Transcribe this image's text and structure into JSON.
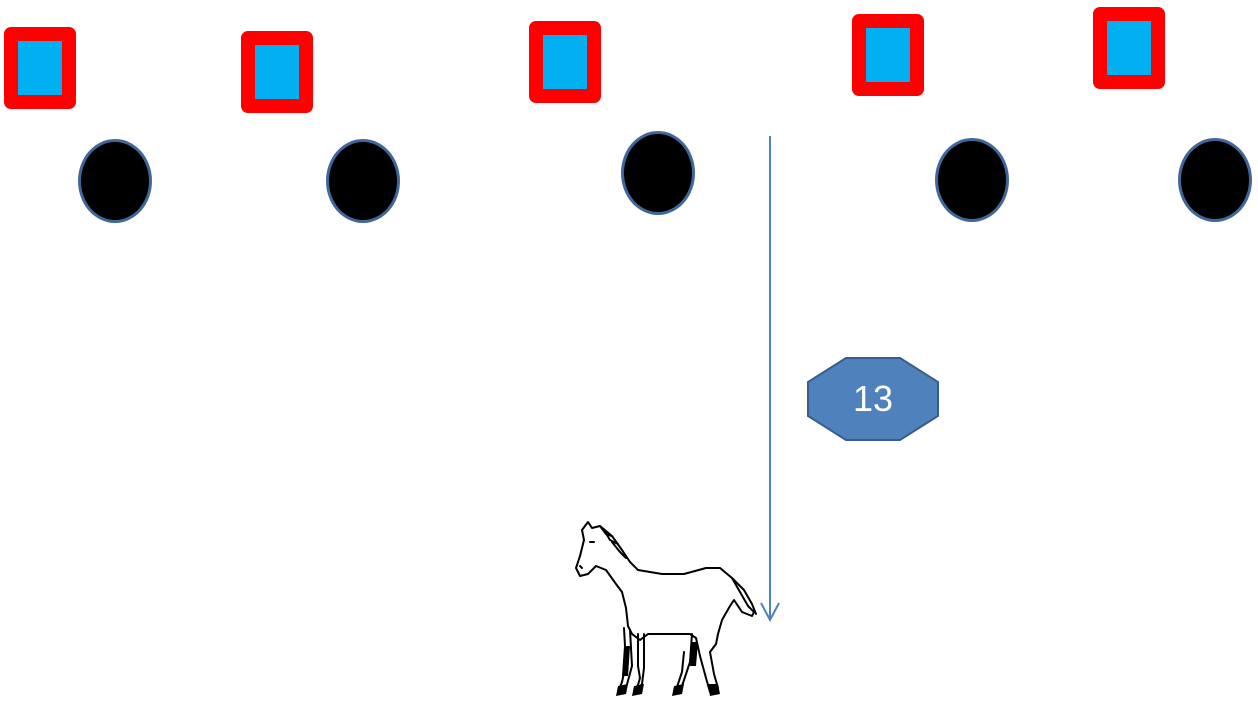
{
  "figure": {
    "squares": {
      "count": 5,
      "fill": "#00b0f0",
      "border": "#ff0000"
    },
    "circles": {
      "count": 5,
      "fill": "#000000",
      "border": "#41679a"
    },
    "arrow": {
      "color": "#4f81bd",
      "direction": "down"
    },
    "badge": {
      "label": "13",
      "shape": "octagon",
      "fill": "#4f81bd",
      "border": "#385d8a"
    },
    "horse": {
      "icon": "horse-icon"
    }
  }
}
